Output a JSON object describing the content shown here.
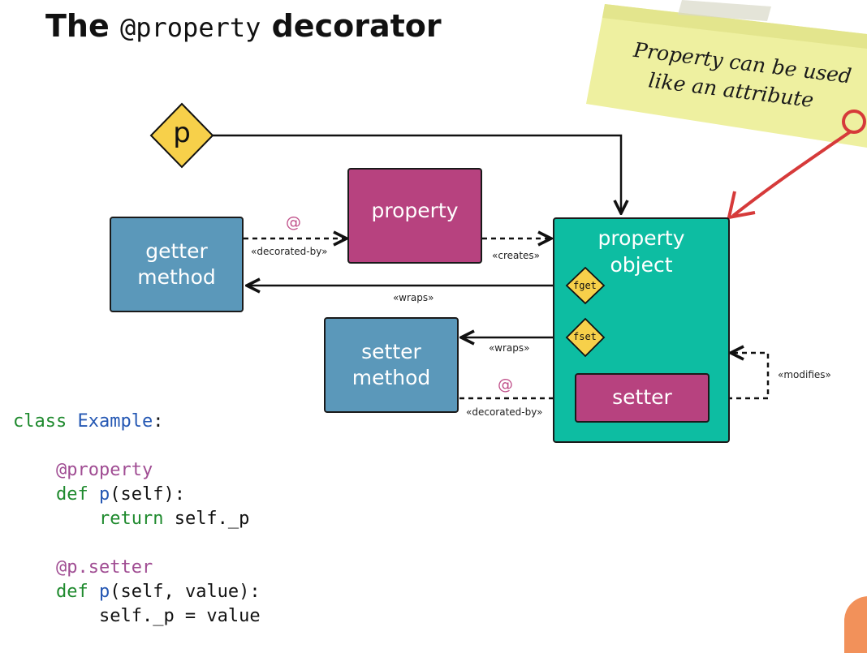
{
  "title": {
    "prefix": "The",
    "code": "@property",
    "suffix": "decorator"
  },
  "note": {
    "line1": "Property can be used",
    "line2": "like an attribute"
  },
  "nodes": {
    "p_diamond": "p",
    "property": "property",
    "getter_line1": "getter",
    "getter_line2": "method",
    "property_object_line1": "property",
    "property_object_line2": "object",
    "setter_method_line1": "setter",
    "setter_method_line2": "method",
    "setter": "setter",
    "fget": "fget",
    "fset": "fset"
  },
  "edges": {
    "decorated_by_1": "«decorated-by»",
    "creates": "«creates»",
    "wraps_1": "«wraps»",
    "wraps_2": "«wraps»",
    "decorated_by_2": "«decorated-by»",
    "modifies": "«modifies»",
    "at_1": "@",
    "at_2": "@"
  },
  "code": {
    "l1_kw": "class",
    "l1_name": "Example",
    "l1_end": ":",
    "l2": "@property",
    "l3_kw": "def",
    "l3_name": "p",
    "l3_rest": "(self):",
    "l4_kw": "return",
    "l4_rest": " self._p",
    "l5": "@p.setter",
    "l6_kw": "def",
    "l6_name": "p",
    "l6_rest": "(self, value):",
    "l7": "self._p = value"
  },
  "colors": {
    "blue": "#5b98ba",
    "magenta": "#b7427f",
    "teal": "#0dbda2",
    "diamond": "#f7d04a",
    "note": "#eef0a0",
    "pointer": "#d63a3a"
  }
}
